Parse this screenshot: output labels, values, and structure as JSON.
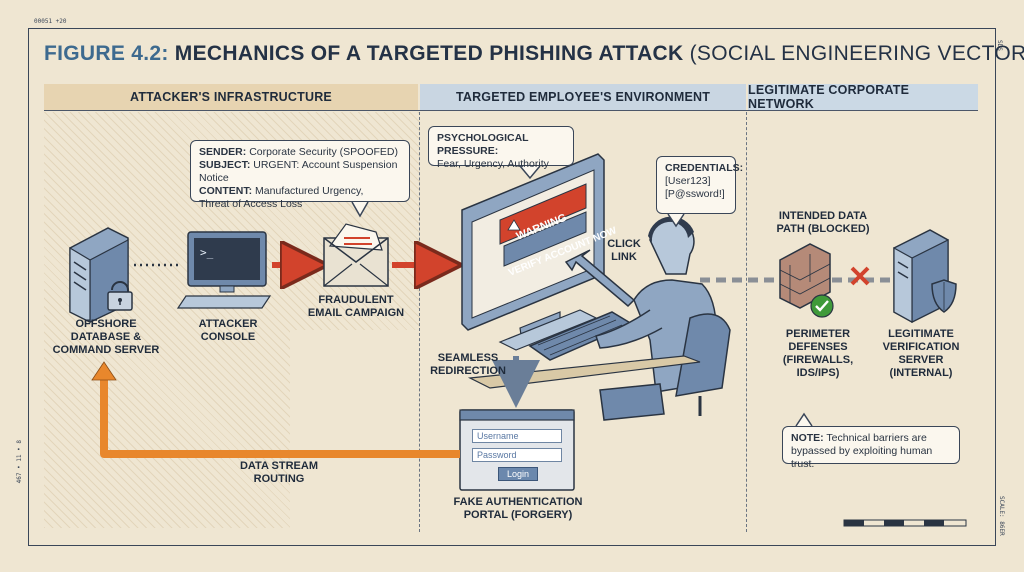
{
  "meta": {
    "top_left_code": "00051 +20",
    "right_code": "SDS",
    "left_code": "467 • 11 • 8",
    "scale_text": "SCALE: 86ER"
  },
  "title": {
    "figure": "FIGURE 4.2:",
    "main": "MECHANICS OF A TARGETED PHISHING ATTACK",
    "sub": "(SOCIAL ENGINEERING VECTOR)"
  },
  "columns": [
    {
      "label": "ATTACKER'S INFRASTRUCTURE"
    },
    {
      "label": "TARGETED EMPLOYEE'S ENVIRONMENT"
    },
    {
      "label": "LEGITIMATE CORPORATE NETWORK"
    }
  ],
  "email_bubble": {
    "sender_key": "SENDER:",
    "sender_val": "Corporate Security (SPOOFED)",
    "subject_key": "SUBJECT:",
    "subject_val": "URGENT: Account Suspension Notice",
    "content_key": "CONTENT:",
    "content_val": "Manufactured Urgency,",
    "content_val2": "Threat of Access Loss"
  },
  "pressure_bubble": {
    "key": "PSYCHOLOGICAL PRESSURE:",
    "val": "Fear, Urgency, Authority"
  },
  "credentials_bubble": {
    "key": "CREDENTIALS:",
    "line1": "[User123]",
    "line2": "[P@ssword!]"
  },
  "nodes": {
    "server": "OFFSHORE DATABASE & COMMAND SERVER",
    "console": "ATTACKER CONSOLE",
    "email": "FRAUDULENT EMAIL CAMPAIGN",
    "click": "CLICK LINK",
    "redirect": "SEAMLESS REDIRECTION",
    "portal": "FAKE AUTHENTICATION PORTAL (FORGERY)",
    "stream": "DATA STREAM ROUTING",
    "intended": "INTENDED DATA PATH (BLOCKED)",
    "perimeter": "PERIMETER DEFENSES (FIREWALLS, IDS/IPS)",
    "legit_server": "LEGITIMATE VERIFICATION SERVER (INTERNAL)"
  },
  "screen": {
    "warning": "WARNING",
    "verify": "VERIFY ACCOUNT NOW"
  },
  "portal": {
    "username_placeholder": "Username",
    "password_placeholder": "Password",
    "login": "Login"
  },
  "note": {
    "key": "NOTE:",
    "val1": "Technical barriers are",
    "val2": "bypassed by exploiting human trust."
  },
  "colors": {
    "accent_blue": "#3d6a8f",
    "attack_red": "#d2432c",
    "stream_orange": "#e8872c",
    "check_green": "#3f9a3a"
  }
}
